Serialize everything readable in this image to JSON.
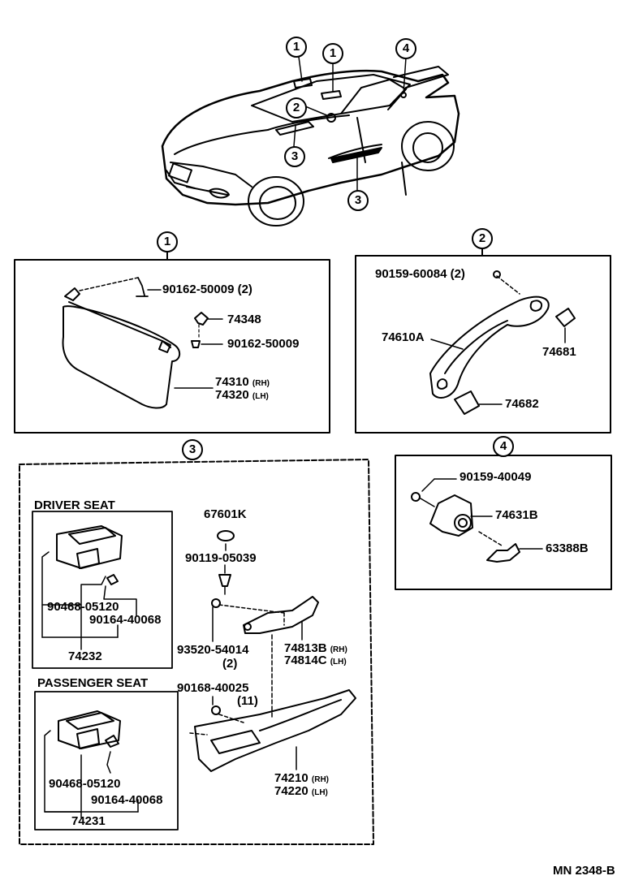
{
  "callouts": {
    "top_1a": "1",
    "top_1b": "1",
    "top_2": "2",
    "top_3a": "3",
    "top_3b": "3",
    "top_4": "4",
    "sec_1": "1",
    "sec_2": "2",
    "sec_3": "3",
    "sec_4": "4"
  },
  "section1": {
    "screw_top": "90162-50009 (2)",
    "clip": "74348",
    "screw_mid": "90162-50009",
    "visor_rh": "74310",
    "visor_lh": "74320",
    "rh": "(RH)",
    "lh": "(LH)"
  },
  "section2": {
    "screw": "90159-60084 (2)",
    "grip": "74610A",
    "cap": "74681",
    "bracket": "74682"
  },
  "section4": {
    "screw": "90159-40049",
    "holder": "74631B",
    "clip": "63388B"
  },
  "section3": {
    "driver_title": "DRIVER SEAT",
    "driver_screw_a": "90468-05120",
    "driver_screw_b": "90164-40068",
    "driver_switch": "74232",
    "passenger_title": "PASSENGER SEAT",
    "pass_screw_a": "90468-05120",
    "pass_screw_b": "90164-40068",
    "pass_switch": "74231",
    "cap": "67601K",
    "screw_center": "90119-05039",
    "nut": "93520-54014",
    "nut_qty": "(2)",
    "bracket_rh": "74813B",
    "bracket_lh": "74814C",
    "rh": "(RH)",
    "lh": "(LH)",
    "screw_arm": "90168-40025",
    "screw_arm_qty": "(11)",
    "armrest_rh": "74210",
    "armrest_lh": "74220",
    "rh2": "(RH)",
    "lh2": "(LH)"
  },
  "footer": {
    "code": "MN 2348-B"
  }
}
